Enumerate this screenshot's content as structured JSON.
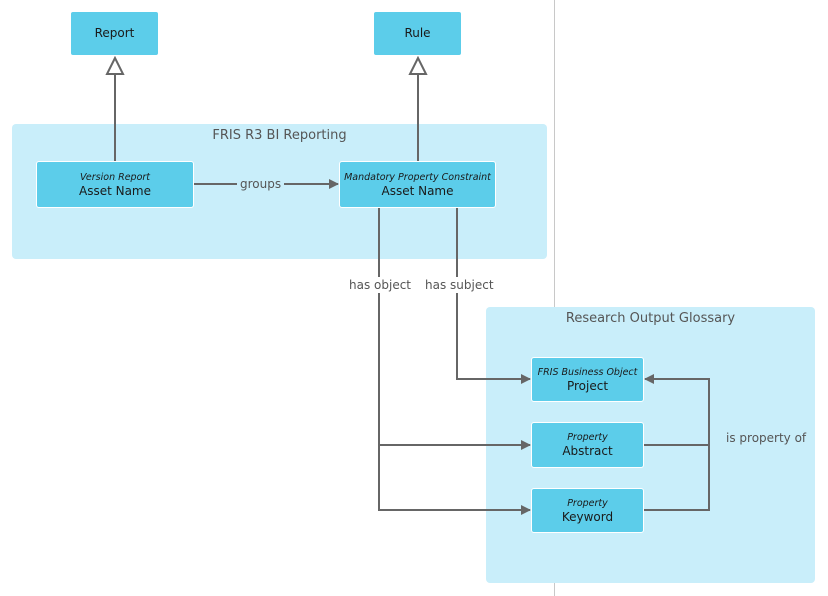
{
  "groups": {
    "fris": {
      "title": "FRIS R3 BI Reporting"
    },
    "glossary": {
      "title": "Research Output Glossary"
    }
  },
  "nodes": {
    "report": {
      "name": "Report"
    },
    "rule": {
      "name": "Rule"
    },
    "version_report": {
      "kind": "Version Report",
      "name": "Asset Name"
    },
    "constraint": {
      "kind": "Mandatory Property Constraint",
      "name": "Asset Name"
    },
    "project": {
      "kind": "FRIS Business Object",
      "name": "Project"
    },
    "abstract": {
      "kind": "Property",
      "name": "Abstract"
    },
    "keyword": {
      "kind": "Property",
      "name": "Keyword"
    }
  },
  "edges": {
    "groups": "groups",
    "has_object": "has object",
    "has_subject": "has subject",
    "is_property_of": "is property of"
  },
  "colors": {
    "node_fill": "#5ccdea",
    "group_fill": "#c9eefa",
    "edge": "#666666"
  }
}
